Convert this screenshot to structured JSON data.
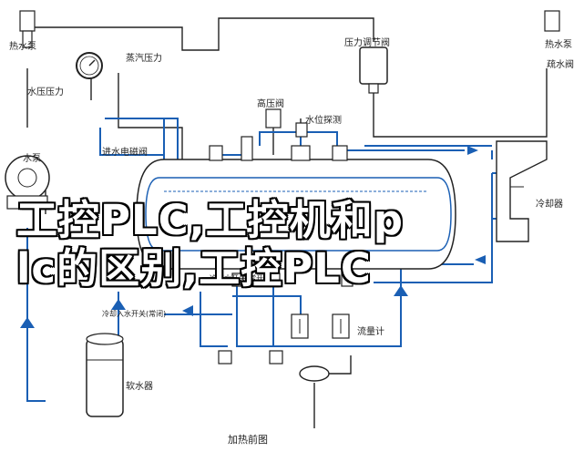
{
  "overlay": {
    "line1": "工控PLC,工控机和p",
    "line2": "lc的区别,工控PLC"
  },
  "labels": {
    "heat_pump": "热水泵",
    "steam_gauge": "蒸汽压力",
    "water_gauge": "水压压力",
    "pressure_valve": "压力调节阀",
    "steam_trap": "疏水阀",
    "high_valve": "高压阀",
    "water_probe": "水位探测",
    "pump": "水泵",
    "inlet_valve": "进水电磁阀",
    "cooler": "冷却器",
    "outlet_valve": "冷却水开关(常开)",
    "inlet_switch": "冷却入水开关(常闭)",
    "flowmeter": "流量计",
    "softener": "软水器",
    "caption": "加热前图"
  },
  "colors": {
    "pipe_blue": "#1a5fb4",
    "line_dark": "#222222",
    "arrow_blue": "#1a5fb4"
  }
}
